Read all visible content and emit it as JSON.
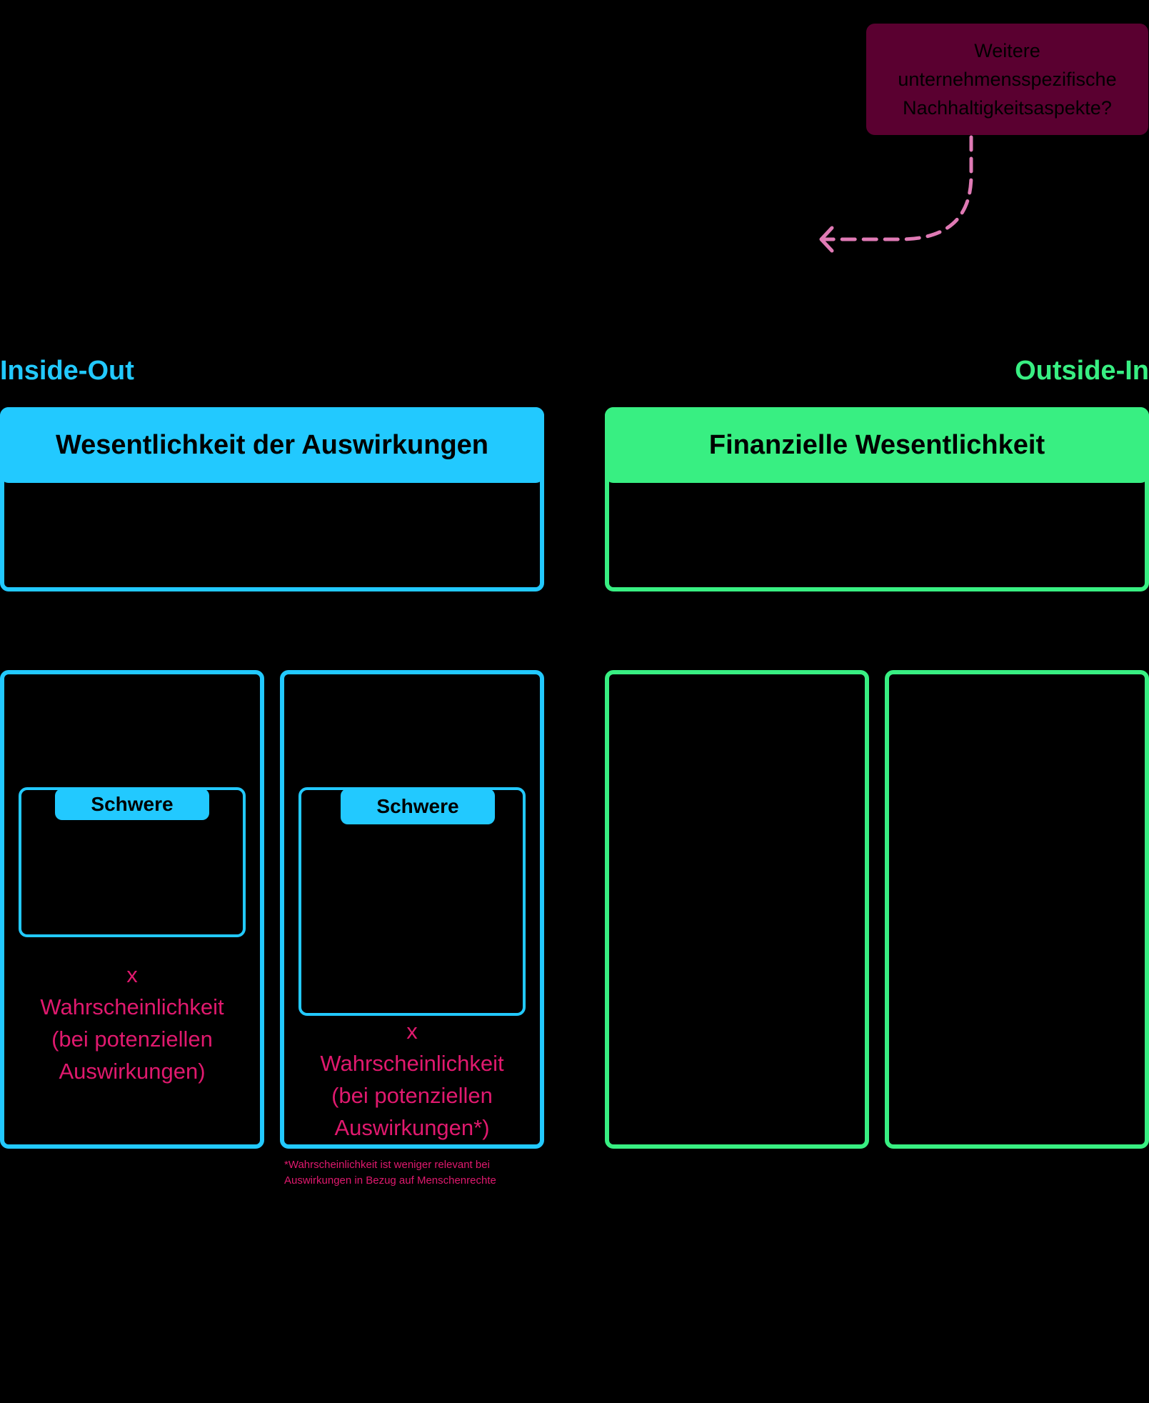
{
  "note": {
    "line1": "Weitere",
    "line2": "unternehmensspezifische",
    "line3": "Nachhaltigkeitsaspekte?"
  },
  "labels": {
    "inside_out": "Inside-Out",
    "outside_in": "Outside-In"
  },
  "headers": {
    "impact": "Wesentlichkeit der Auswirkungen",
    "financial": "Finanzielle Wesentlichkeit"
  },
  "columns": {
    "col1": {
      "tag": "Schwere",
      "operator": "x",
      "line1": "Wahrscheinlichkeit",
      "line2": "(bei potenziellen",
      "line3": "Auswirkungen)"
    },
    "col2": {
      "tag": "Schwere",
      "operator": "x",
      "line1": "Wahrscheinlichkeit",
      "line2": "(bei potenziellen",
      "line3": "Auswirkungen*)"
    }
  },
  "footnote": {
    "line1": "*Wahrscheinlichkeit ist weniger relevant bei",
    "line2": "Auswirkungen in Bezug auf Menschenrechte"
  },
  "colors": {
    "blue": "#22c9ff",
    "green": "#38ef82",
    "pink": "#e0196e",
    "note_bg": "#5a0030",
    "arrow": "#e07ab5"
  }
}
